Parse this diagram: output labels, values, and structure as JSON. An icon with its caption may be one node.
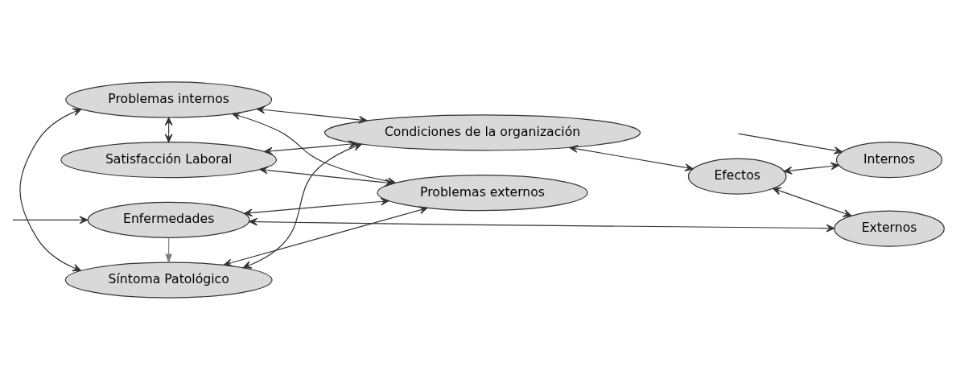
{
  "diagram": {
    "nodes": [
      {
        "text": [
          "Problemas internos"
        ]
      },
      {
        "text": [
          "Satisfacción Laboral"
        ]
      },
      {
        "text": [
          "Problemas externos"
        ]
      },
      {
        "text": [
          "Condiciones de la organización"
        ]
      },
      {
        "text": [
          "Efectos"
        ]
      },
      {
        "text": [
          "Internos"
        ]
      },
      {
        "text": [
          "Síntoma Patológico"
        ]
      },
      {
        "text": [
          "Externos"
        ]
      },
      {
        "text": [
          "Enfermedades"
        ]
      }
    ],
    "edges": [
      {
        "from": 0,
        "to": 2,
        "arrow": "both"
      },
      {
        "from": 0,
        "to": 1,
        "arrow": "both"
      },
      {
        "from": 0,
        "to": 3,
        "arrow": "both"
      },
      {
        "from": 0,
        "to": 6,
        "arrow": "both"
      },
      {
        "from": 1,
        "to": 2,
        "arrow": "both"
      },
      {
        "from": 1,
        "to": 3,
        "arrow": "both"
      },
      {
        "from": 2,
        "to": 6,
        "arrow": "both"
      },
      {
        "from": 2,
        "to": 8,
        "arrow": "both"
      },
      {
        "from": 6,
        "to": 3,
        "arrow": "both"
      },
      {
        "from": 8,
        "to": 6,
        "arrow": "to",
        "color": "#808080"
      },
      {
        "from": 3,
        "to": 4,
        "arrow": "both"
      },
      {
        "from": 4,
        "to": 5,
        "arrow": "both"
      },
      {
        "from": 4,
        "to": 7,
        "arrow": "both"
      },
      {
        "from": 8,
        "to": 7,
        "arrow": "both"
      },
      {
        "from": null,
        "to": 5,
        "arrow": "to"
      },
      {
        "from": null,
        "to": 8,
        "arrow": "to"
      }
    ]
  }
}
